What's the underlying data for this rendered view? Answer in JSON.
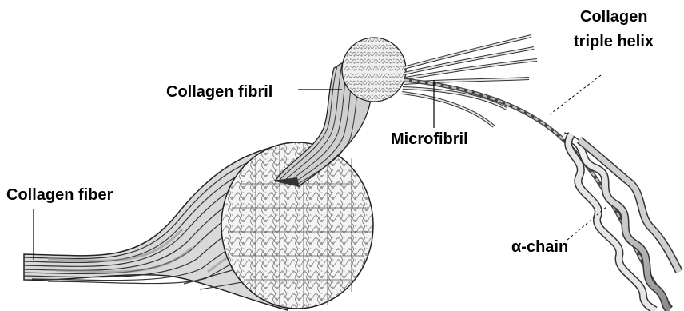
{
  "labels": {
    "collagen_fiber": "Collagen fiber",
    "collagen_fibril": "Collagen fibril",
    "microfibril": "Microfibril",
    "triple_helix_line1": "Collagen",
    "triple_helix_line2": "triple helix",
    "alpha_chain": "α-chain"
  }
}
